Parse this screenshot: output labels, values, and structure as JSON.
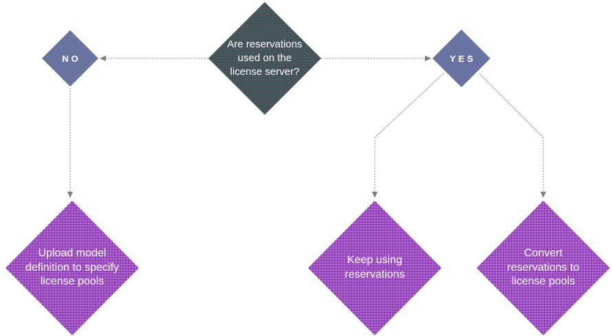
{
  "diagram": {
    "question": {
      "label": "Are reservations used on the license server?"
    },
    "no_node": {
      "label": "NO"
    },
    "yes_node": {
      "label": "YES"
    },
    "no_outcome": {
      "label": "Upload model definition to specify license pools"
    },
    "yes_outcome_keep": {
      "label": "Keep using reservations"
    },
    "yes_outcome_convert": {
      "label": "Convert reservations to license pools"
    }
  },
  "colors": {
    "question_fill": "#3c4b52",
    "branch_fill": "#6b6cb2",
    "outcome_fill": "#9c50c4",
    "text": "#ffffff",
    "connector_dashed": "#8a8a8a",
    "connector_diagonal": "#a9a9bf",
    "arrowhead": "#7a7a7a",
    "background": "#ffffff"
  }
}
